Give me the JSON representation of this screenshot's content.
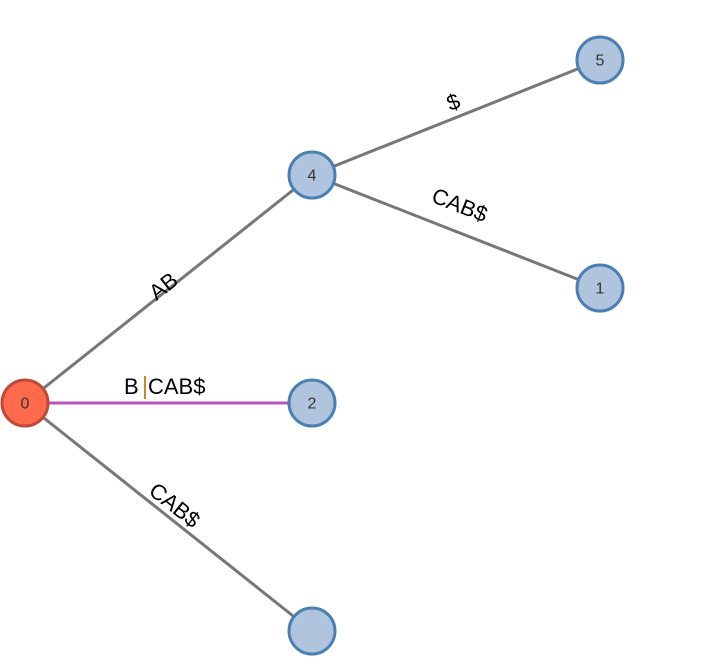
{
  "diagram": {
    "title": "",
    "colors": {
      "root_fill": "#ff6a4d",
      "root_stroke": "#c04a38",
      "node_fill": "#b0c4de",
      "node_stroke": "#4a80b4",
      "edge": "#777777",
      "active_edge": "#bb55bb",
      "cursor": "#cc8822",
      "label": "#000000"
    },
    "nodes": [
      {
        "id": "n0",
        "label": "0",
        "role": "root"
      },
      {
        "id": "n4",
        "label": "4",
        "role": "internal"
      },
      {
        "id": "n5",
        "label": "5",
        "role": "leaf"
      },
      {
        "id": "n1",
        "label": "1",
        "role": "leaf"
      },
      {
        "id": "n2",
        "label": "2",
        "role": "leaf"
      },
      {
        "id": "n3",
        "label": "",
        "role": "leaf"
      }
    ],
    "edges": [
      {
        "from": "n0",
        "to": "n4",
        "label": "AB",
        "active": false
      },
      {
        "from": "n4",
        "to": "n5",
        "label": "$",
        "active": false
      },
      {
        "from": "n4",
        "to": "n1",
        "label": "CAB$",
        "active": false
      },
      {
        "from": "n0",
        "to": "n2",
        "label_before_cursor": "B",
        "label_after_cursor": "CAB$",
        "label": "BCAB$",
        "active": true,
        "cursor_index": 1
      },
      {
        "from": "n0",
        "to": "n3",
        "label": "CAB$",
        "active": false
      }
    ]
  }
}
